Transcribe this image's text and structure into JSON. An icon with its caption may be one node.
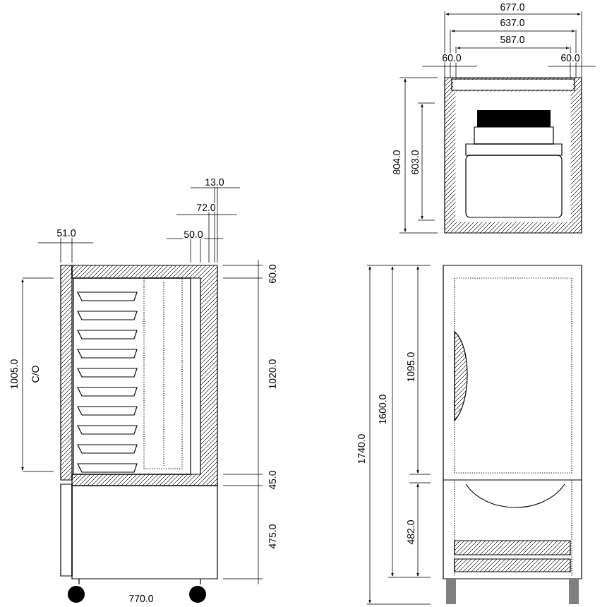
{
  "diagram": {
    "labels": [
      "677.0",
      "637.0",
      "587.0",
      "60.0",
      "60.0",
      "804.0",
      "603.0",
      "13.0",
      "72.0",
      "51.0",
      "50.0",
      "60.0",
      "1005.0",
      "C/O",
      "1020.0",
      "45.0",
      "475.0",
      "1740.0",
      "1600.0",
      "1095.0",
      "482.0",
      "770.0"
    ]
  }
}
